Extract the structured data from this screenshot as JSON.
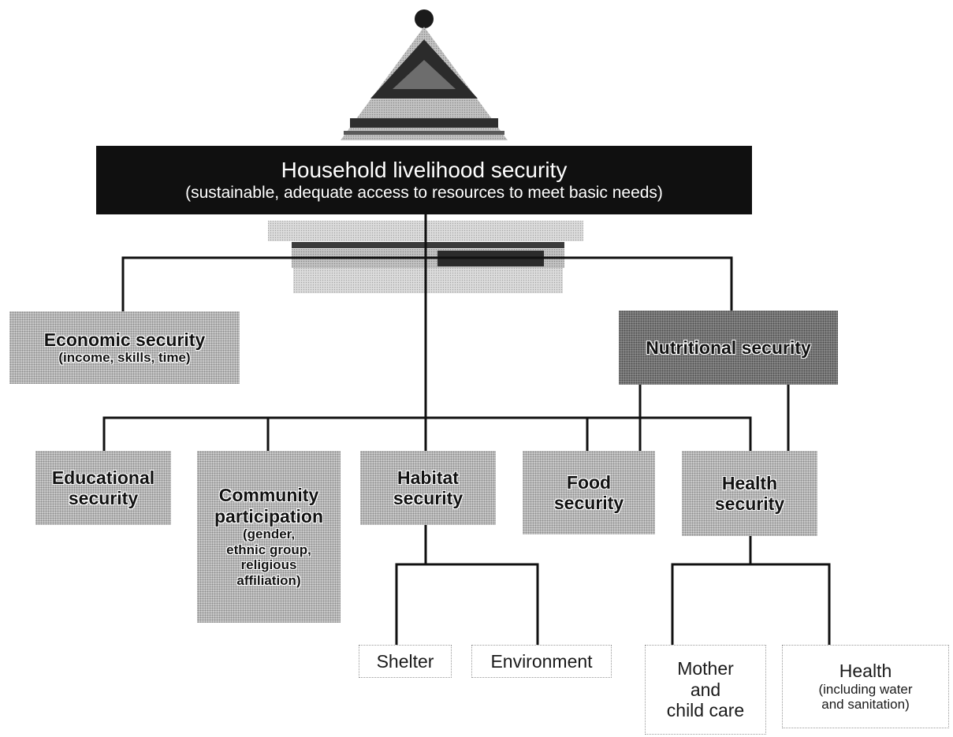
{
  "main": {
    "title": "Household livelihood security",
    "subtitle": "(sustainable, adequate access to resources to meet basic needs)"
  },
  "economic": {
    "title": "Economic security",
    "detail": "(income, skills, time)"
  },
  "nutritional": {
    "title": "Nutritional security"
  },
  "educational": {
    "line1": "Educational",
    "line2": "security"
  },
  "community": {
    "line1": "Community",
    "line2": "participation",
    "line3": "(gender,",
    "line4": "ethnic group,",
    "line5": "religious",
    "line6": "affiliation)"
  },
  "habitat": {
    "line1": "Habitat",
    "line2": "security"
  },
  "food": {
    "line1": "Food",
    "line2": "security"
  },
  "health_security": {
    "line1": "Health",
    "line2": "security"
  },
  "shelter": {
    "label": "Shelter"
  },
  "environment": {
    "label": "Environment"
  },
  "mother_child": {
    "line1": "Mother",
    "line2": "and",
    "line3": "child care"
  },
  "health_water": {
    "line1": "Health",
    "line2": "(including water",
    "line3": "and sanitation)"
  }
}
